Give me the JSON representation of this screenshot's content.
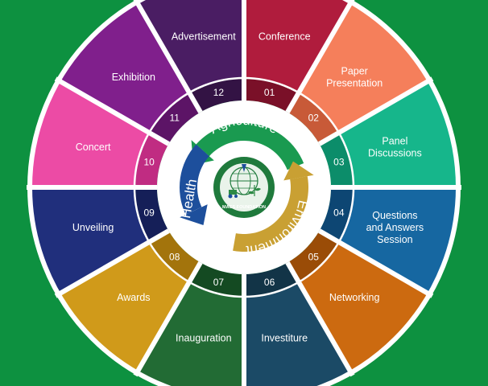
{
  "colors": {
    "background": "#0d9140",
    "ring_dark": "#1d2a3a",
    "agriculture": "#1a9a50",
    "environment": "#c9a033",
    "health": "#1d4f9c",
    "logo": "#1f7a3c"
  },
  "segments": [
    {
      "num": "01",
      "label": "Conference",
      "color": "#b01c3d",
      "color_dark": "#7a1028"
    },
    {
      "num": "02",
      "label": "Paper Presentation",
      "color": "#f57f5b",
      "color_dark": "#c85a38"
    },
    {
      "num": "03",
      "label": "Panel Discussions",
      "color": "#16b68b",
      "color_dark": "#0c8d6a"
    },
    {
      "num": "04",
      "label": "Questions and Answers Session",
      "color": "#1667a1",
      "color_dark": "#0d4673"
    },
    {
      "num": "05",
      "label": "Networking",
      "color": "#cc6a10",
      "color_dark": "#9a4c07"
    },
    {
      "num": "06",
      "label": "Investiture",
      "color": "#1b4a66",
      "color_dark": "#123447"
    },
    {
      "num": "07",
      "label": "Inauguration",
      "color": "#226b34",
      "color_dark": "#144a22"
    },
    {
      "num": "08",
      "label": "Awards",
      "color": "#d09a1a",
      "color_dark": "#a3740c"
    },
    {
      "num": "09",
      "label": "Unveiling",
      "color": "#202f7c",
      "color_dark": "#151f58"
    },
    {
      "num": "10",
      "label": "Concert",
      "color": "#ec4ba5",
      "color_dark": "#c02c82"
    },
    {
      "num": "11",
      "label": "Exhibition",
      "color": "#801f8c",
      "color_dark": "#5c1466"
    },
    {
      "num": "12",
      "label": "Advertisement",
      "color": "#4a1d63",
      "color_dark": "#331344"
    }
  ],
  "center": {
    "agriculture": "Agriculture",
    "environment": "Environment",
    "health": "Health",
    "logo_text": "MACS FOUNDATION",
    "logo_icon": "globe-tractor-plant-logo-icon"
  }
}
